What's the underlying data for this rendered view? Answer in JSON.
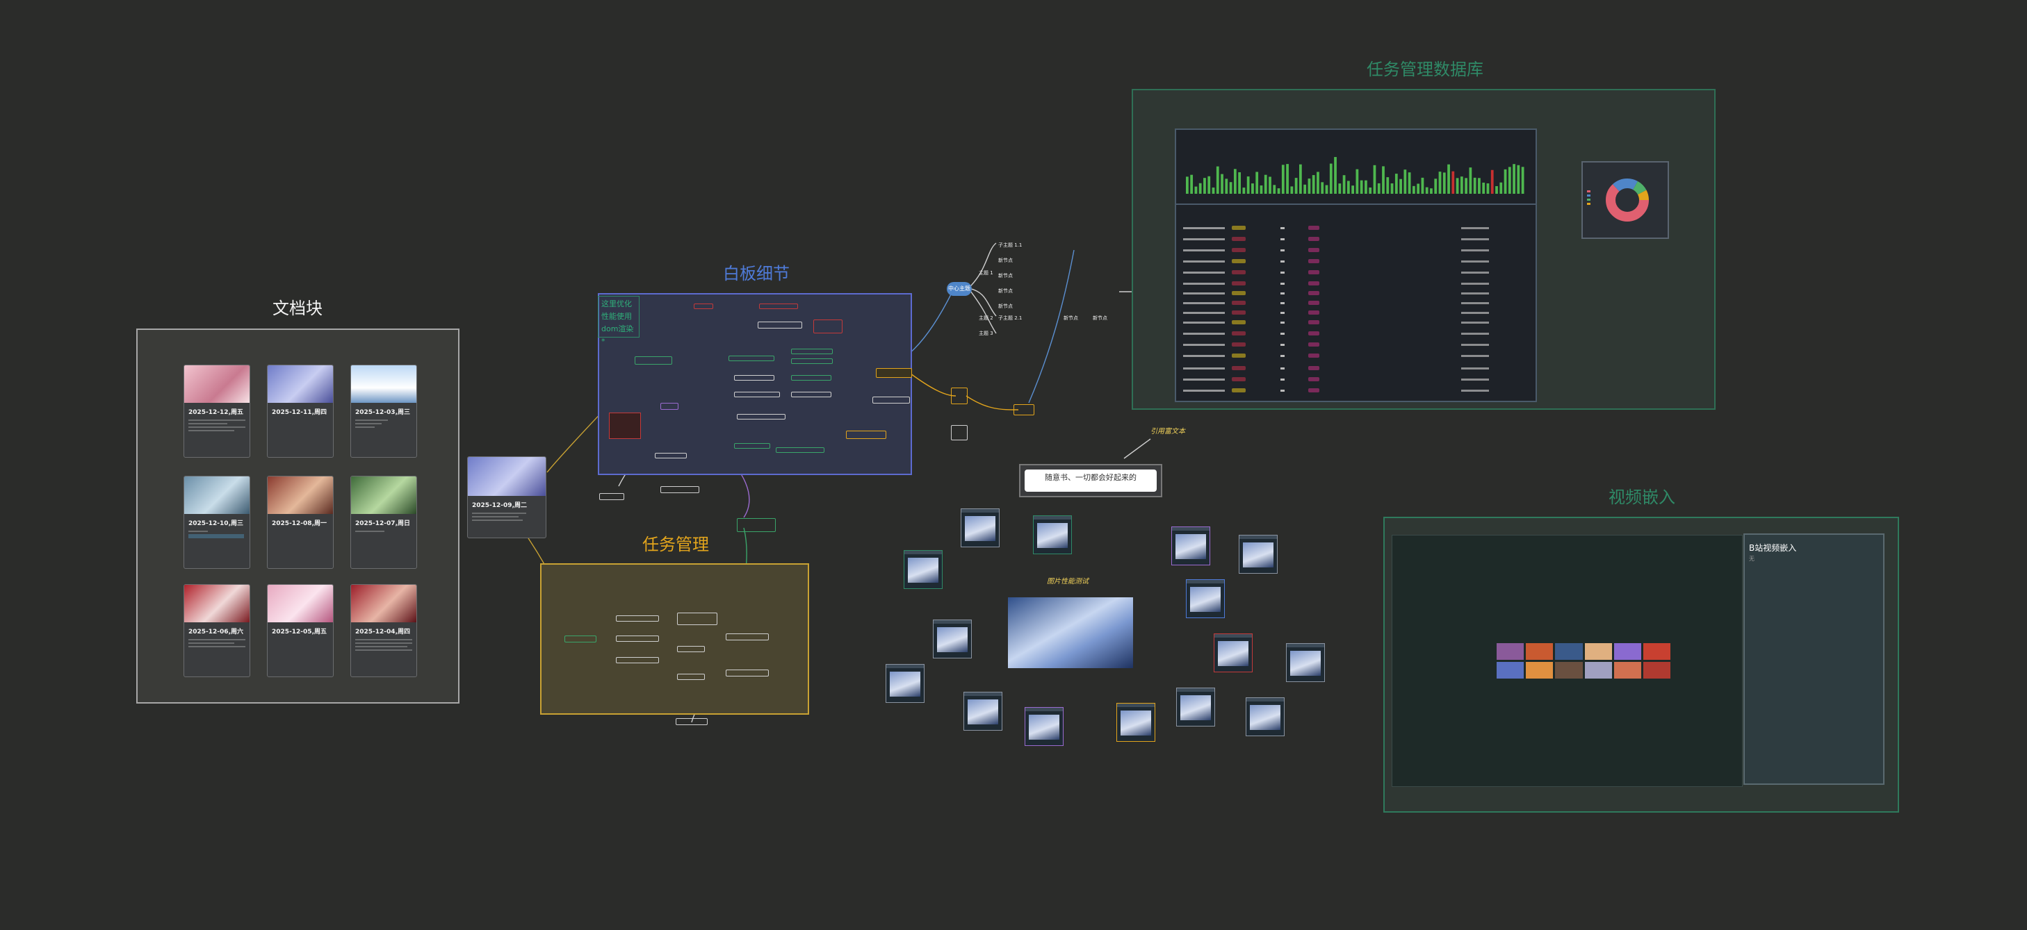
{
  "sections": {
    "doc_blocks_title": "文档块",
    "whiteboard_title": "白板细节",
    "task_mgmt_title": "任务管理",
    "task_db_title": "任务管理数据库",
    "video_title": "视频嵌入"
  },
  "doc_cards": [
    {
      "title": "2025-12-12,周五"
    },
    {
      "title": "2025-12-11,周四"
    },
    {
      "title": "2025-12-03,周三"
    },
    {
      "title": "2025-12-10,周三"
    },
    {
      "title": "2025-12-08,周一"
    },
    {
      "title": "2025-12-07,周日"
    },
    {
      "title": "2025-12-06,周六"
    },
    {
      "title": "2025-12-05,周五"
    },
    {
      "title": "2025-12-04,周四"
    }
  ],
  "center_card": {
    "title": "2025-12-09,周二"
  },
  "whiteboard": {
    "note_lines": [
      "这里优化",
      "性能使用",
      "dom渲染*"
    ]
  },
  "mindmap": {
    "center": "中心主题",
    "branches": [
      "主题 1",
      "主题 2",
      "主题 3"
    ],
    "sub": [
      "子主题 1.1",
      "子主题 2.1"
    ],
    "child": "新节点"
  },
  "quote_label": "引用富文本",
  "quote_text": "随意书、一切都会好起来的",
  "image_test_label": "图片性能测试",
  "video_embed": {
    "title": "B站视频嵌入",
    "sub": "无"
  },
  "colors": {
    "doc_frame": "#a7a7a7",
    "whiteboard_frame": "#5d6bd0",
    "task_frame": "#c9a233",
    "db_frame": "#2f6f55",
    "video_frame": "#2f7a5c",
    "title_blue": "#4f7bd9",
    "title_orange": "#e3a51c",
    "title_green": "#2f8a67"
  }
}
